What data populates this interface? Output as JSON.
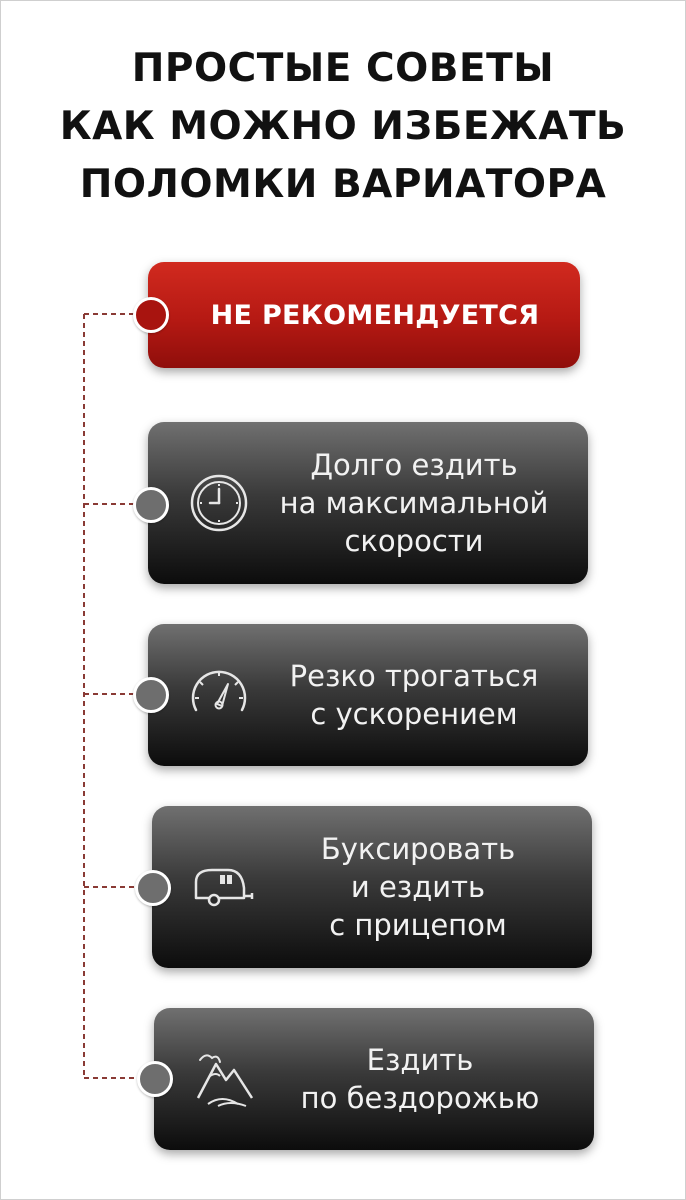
{
  "title": {
    "line1": "ПРОСТЫЕ СОВЕТЫ",
    "line2": "КАК МОЖНО ИЗБЕЖАТЬ",
    "line3": "ПОЛОМКИ ВАРИАТОРА"
  },
  "header_card": {
    "label": "НЕ РЕКОМЕНДУЕТСЯ"
  },
  "tips": [
    {
      "icon": "clock-icon",
      "lines": [
        "Долго ездить",
        "на максимальной",
        "скорости"
      ]
    },
    {
      "icon": "speedometer-icon",
      "lines": [
        "Резко трогаться",
        "с ускорением"
      ]
    },
    {
      "icon": "trailer-icon",
      "lines": [
        "Буксировать",
        "и ездить",
        "с прицепом"
      ]
    },
    {
      "icon": "mountains-icon",
      "lines": [
        "Ездить",
        "по бездорожью"
      ]
    }
  ],
  "colors": {
    "accent_red": "#b51913",
    "card_dark": "#2a2a2a",
    "timeline": "#8a3a35"
  }
}
